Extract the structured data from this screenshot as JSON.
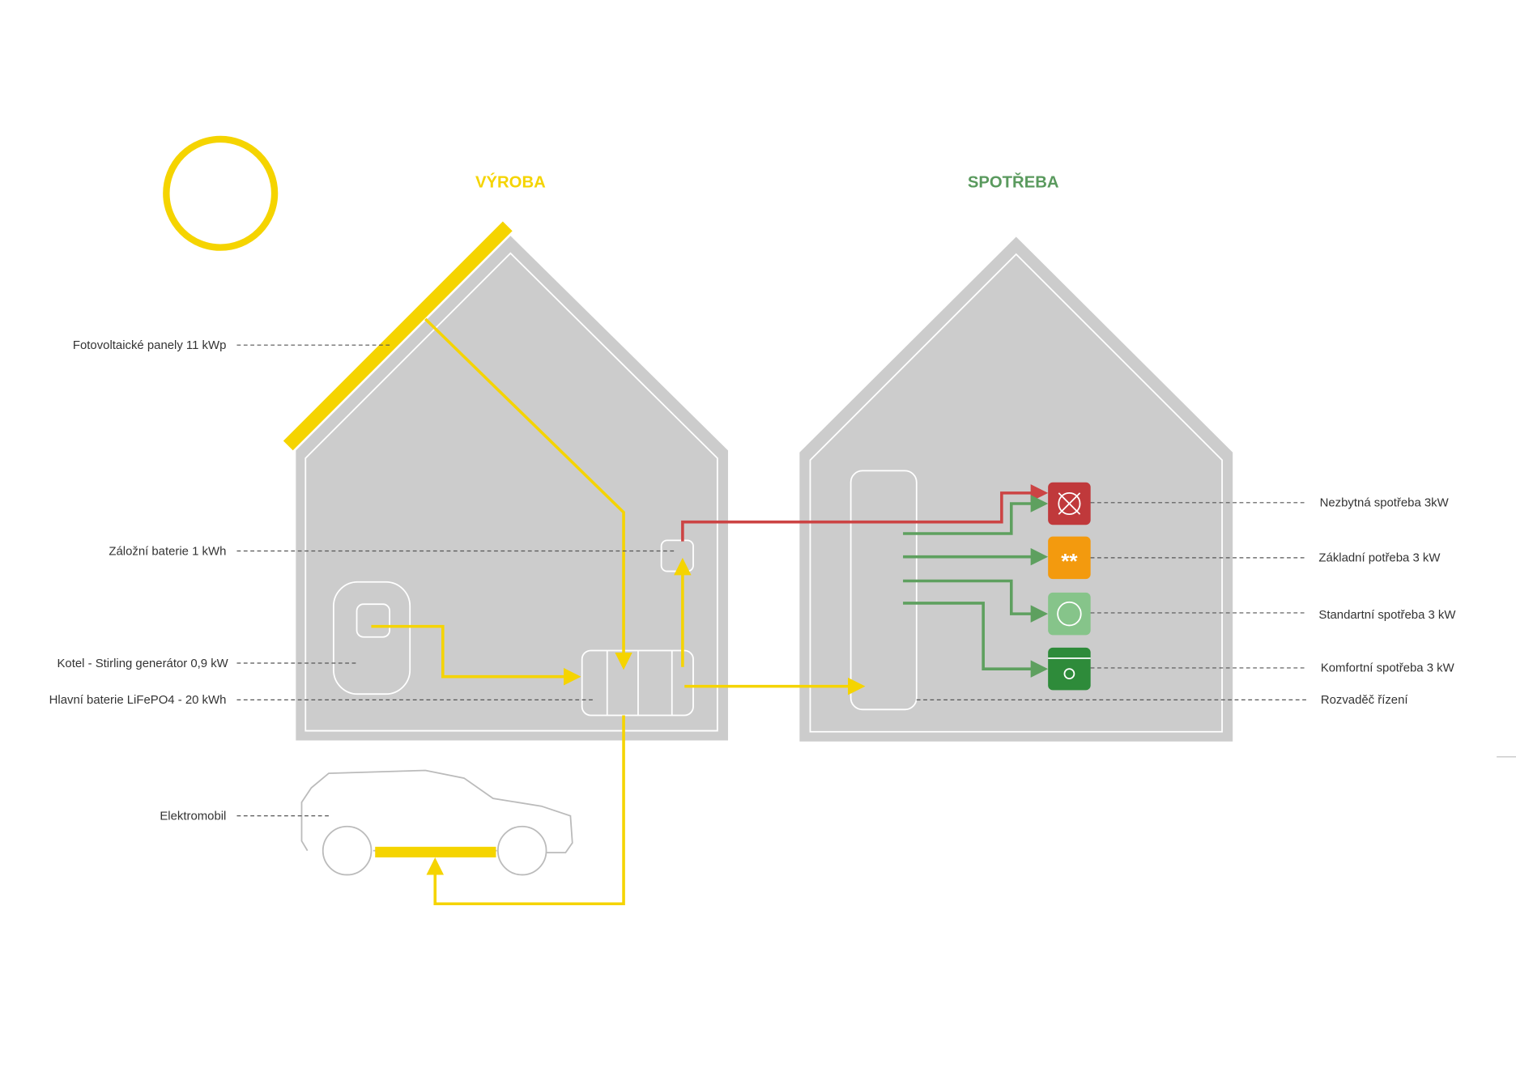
{
  "titles": {
    "production": "VÝROBA",
    "consumption": "SPOTŘEBA"
  },
  "left_labels": [
    "Fotovoltaické panely 11 kWp",
    "Záložní baterie 1 kWh",
    "Kotel - Stirling generátor 0,9 kW",
    "Hlavní baterie LiFePO4 - 20 kWh",
    "Elektromobil"
  ],
  "right_labels": [
    "Nezbytná spotřeba 3kW",
    "Základní potřeba 3 kW",
    "Standartní spotřeba 3 kW",
    "Komfortní spotřeba 3 kW",
    "Rozvaděč řízení"
  ],
  "icons": {
    "essential": "washing-cross-icon",
    "basic": "two-stars-icon",
    "standard": "circle-icon",
    "comfort": "dryer-icon",
    "essential_symbol": "⊗",
    "basic_symbol": "**"
  },
  "colors": {
    "yellow": "#f5d400",
    "green_title": "#5a9a5e",
    "red": "#c0393b",
    "orange": "#f39a0e",
    "light_green": "#86c48a",
    "dark_green": "#2e8b3a",
    "house": "#cccccc"
  }
}
